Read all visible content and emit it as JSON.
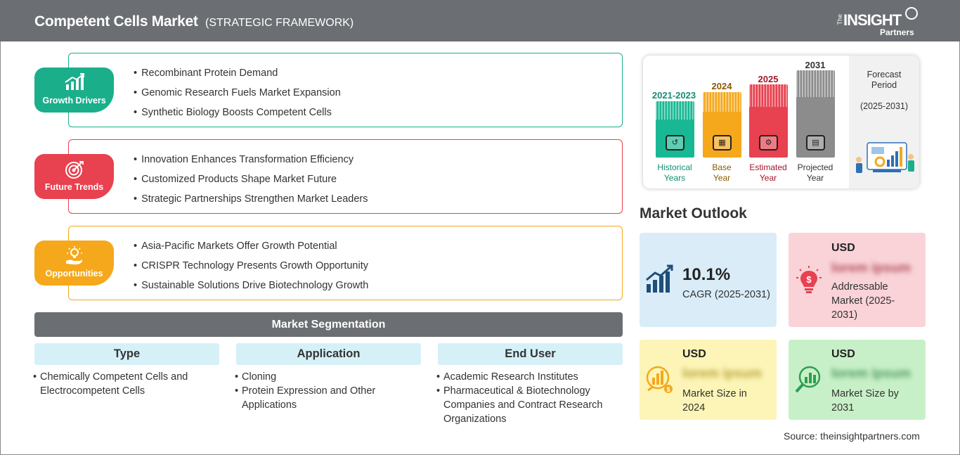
{
  "header": {
    "title": "Competent Cells Market",
    "subtitle": "(STRATEGIC FRAMEWORK)",
    "logo_the": "The",
    "logo_insight": "INSIGHT",
    "logo_partners": "Partners"
  },
  "framework": [
    {
      "label": "Growth Drivers",
      "icon": "bar-chart-growth-icon",
      "color": "#1aaf8a",
      "items": [
        "Recombinant Protein Demand",
        "Genomic Research Fuels Market Expansion",
        "Synthetic Biology Boosts Competent Cells"
      ]
    },
    {
      "label": "Future Trends",
      "icon": "target-icon",
      "color": "#e8414f",
      "items": [
        "Innovation Enhances Transformation Efficiency",
        "Customized Products Shape Market Future",
        "Strategic Partnerships Strengthen Market Leaders"
      ]
    },
    {
      "label": "Opportunities",
      "icon": "lightbulb-hand-icon",
      "color": "#f5a81c",
      "items": [
        "Asia-Pacific Markets Offer Growth Potential",
        "CRISPR Technology Presents Growth Opportunity",
        "Sustainable Solutions Drive Biotechnology Growth"
      ]
    }
  ],
  "segmentation": {
    "title": "Market Segmentation",
    "columns": [
      {
        "head": "Type",
        "items": [
          "Chemically Competent Cells and Electrocompetent Cells"
        ]
      },
      {
        "head": "Application",
        "items": [
          "Cloning",
          "Protein Expression and Other Applications"
        ]
      },
      {
        "head": "End User",
        "items": [
          "Academic Research Institutes",
          "Pharmaceutical & Biotechnology Companies and Contract Research Organizations"
        ]
      }
    ]
  },
  "timeline": {
    "periods": [
      {
        "year": "2021-2023",
        "cap1": "Historical",
        "cap2": "Years",
        "color": "#18b894",
        "text_color": "#0f8f73",
        "icon": "history-icon"
      },
      {
        "year": "2024",
        "cap1": "Base",
        "cap2": "Year",
        "color": "#f5a81c",
        "text_color": "#8a5a00",
        "icon": "calendar-icon"
      },
      {
        "year": "2025",
        "cap1": "Estimated",
        "cap2": "Year",
        "color": "#e8414f",
        "text_color": "#a3162a",
        "icon": "gears-icon"
      },
      {
        "year": "2031",
        "cap1": "Projected",
        "cap2": "Year",
        "color": "#8c8c8c",
        "text_color": "#333333",
        "icon": "presentation-icon"
      }
    ],
    "forecast_title": "Forecast Period",
    "forecast_range": "(2025-2031)"
  },
  "outlook": {
    "title": "Market Outlook",
    "cagr": {
      "value": "10.1%",
      "label": "CAGR (2025-2031)",
      "bg": "#d9ecf8"
    },
    "addressable": {
      "currency": "USD",
      "value": "lorem ipsum",
      "label": "Addressable Market (2025-2031)",
      "bg": "#f9d3d8"
    },
    "size_2024": {
      "currency": "USD",
      "value": "lorem ipsum",
      "label": "Market Size in 2024",
      "bg": "#fcf5b7"
    },
    "size_2031": {
      "currency": "USD",
      "value": "lorem ipsum",
      "label": "Market Size by 2031",
      "bg": "#c8f0c8"
    }
  },
  "source": "Source: theinsightpartners.com"
}
